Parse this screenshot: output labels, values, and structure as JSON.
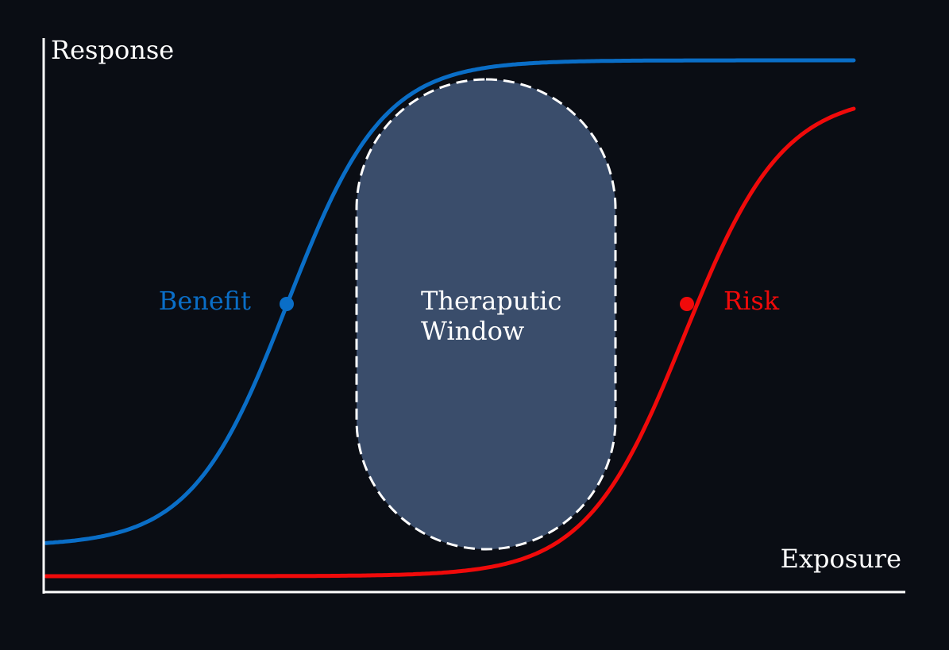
{
  "axes": {
    "y_label": "Response",
    "x_label": "Exposure"
  },
  "window": {
    "line1": "Theraputic",
    "line2": "Window"
  },
  "curves": {
    "benefit": {
      "label": "Benefit",
      "color": "#0a6ec7"
    },
    "risk": {
      "label": "Risk",
      "color": "#f00a0a"
    }
  },
  "colors": {
    "background": "#0a0d14",
    "axis": "#ffffff",
    "window_fill": "#3a4d6b",
    "window_stroke": "#ffffff",
    "text": "#ffffff"
  }
}
